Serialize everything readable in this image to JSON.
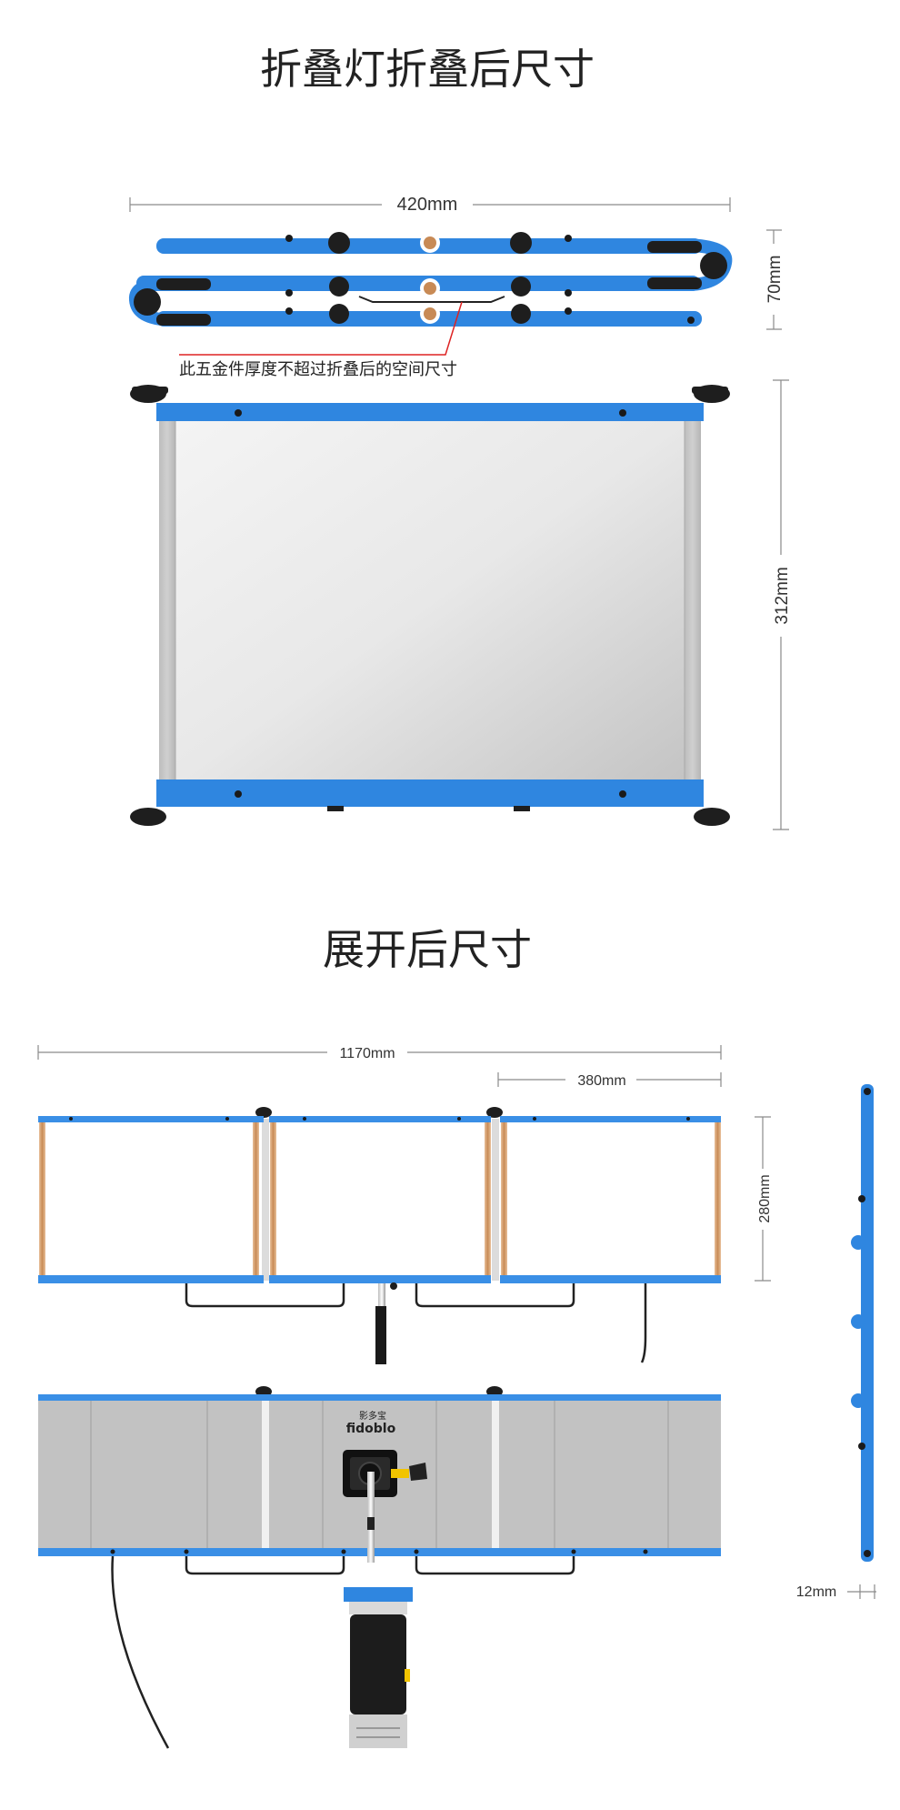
{
  "section1": {
    "title": "折叠灯折叠后尺寸",
    "width_label": "420mm",
    "height_label": "70mm",
    "panel_height_label": "312mm",
    "note": "此五金件厚度不超过折叠后的空间尺寸"
  },
  "section2": {
    "title": "展开后尺寸",
    "total_width_label": "1170mm",
    "panel_width_label": "380mm",
    "height_label": "280mm",
    "thickness_label": "12mm",
    "brand": "fidoblo",
    "brand_cn": "影多宝"
  },
  "colors": {
    "frame_blue": "#2f86e0",
    "dark": "#1e1e1e",
    "copper": "#c88a55"
  }
}
